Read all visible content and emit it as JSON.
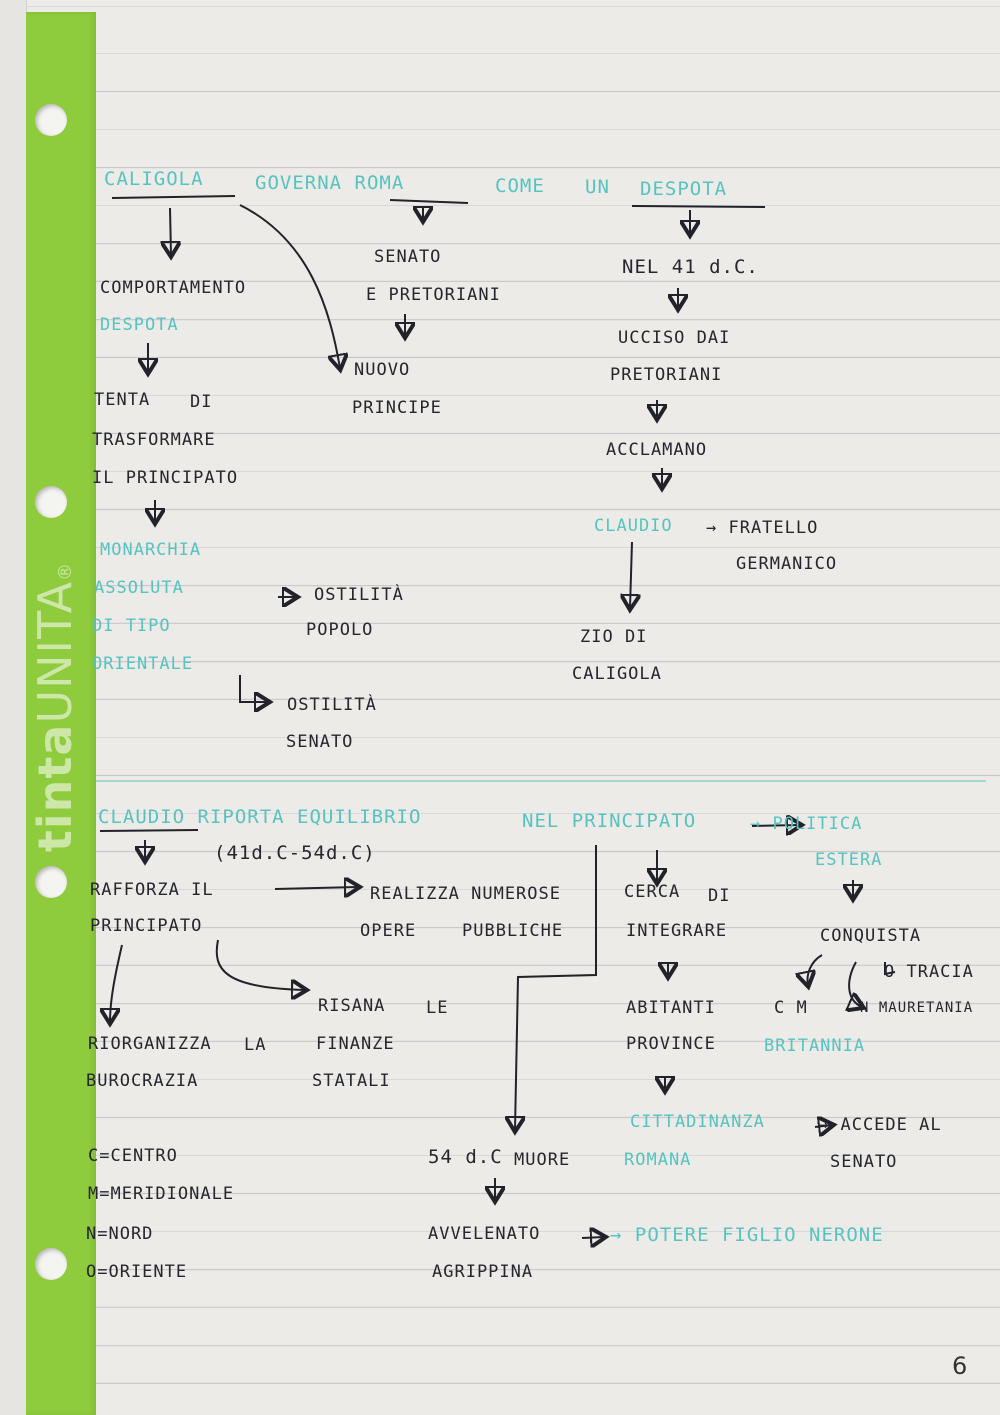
{
  "brand": {
    "bold": "tinta",
    "thin": "UNITA",
    "mark": "®"
  },
  "page_number": "6",
  "section1": {
    "title": [
      "CALIGOLA",
      "GOVERNA ROMA",
      "COME",
      "UN",
      "DESPOTA"
    ],
    "col1": [
      "COMPORTAMENTO",
      "DESPOTA",
      "TENTA",
      "DI",
      "TRASFORMARE",
      "IL PRINCIPATO",
      "MONARCHIA",
      "ASSOLUTA",
      "DI TIPO",
      "ORIENTALE",
      "OSTILITÀ",
      "POPOLO",
      "OSTILITÀ",
      "SENATO"
    ],
    "col2": [
      "SENATO",
      "E PRETORIANI",
      "NUOVO",
      "PRINCIPE"
    ],
    "col3": [
      "NEL 41 d.C.",
      "UCCISO DAI",
      "PRETORIANI",
      "ACCLAMANO",
      "CLAUDIO",
      "→ FRATELLO",
      "GERMANICO",
      "ZIO DI",
      "CALIGOLA"
    ]
  },
  "section2": {
    "title": [
      "CLAUDIO RIPORTA EQUILIBRIO",
      "NEL PRINCIPATO",
      "→ POLITICA",
      "ESTERA"
    ],
    "dates": "(41d.C-54d.C)",
    "col1": [
      "RAFFORZA IL",
      "PRINCIPATO",
      "REALIZZA NUMEROSE",
      "OPERE",
      "PUBBLICHE",
      "RISANA",
      "LE",
      "FINANZE",
      "STATALI",
      "RIORGANIZZA",
      "LA",
      "BUROCRAZIA"
    ],
    "legend": [
      "C=CENTRO",
      "M=MERIDIONALE",
      "N=NORD",
      "O=ORIENTE"
    ],
    "col2": [
      "54 d.C",
      "MUORE",
      "AVVELENATO",
      "AGRIPPINA",
      "→ POTERE FIGLIO NERONE"
    ],
    "col3": [
      "CERCA",
      "DI",
      "INTEGRARE",
      "ABITANTI",
      "PROVINCE",
      "CITTADINANZA",
      "→ ACCEDE AL",
      "ROMANA",
      "SENATO"
    ],
    "col4": [
      "CONQUISTA",
      "O TRACIA",
      "C M",
      "N MAURETANIA",
      "BRITANNIA"
    ]
  }
}
